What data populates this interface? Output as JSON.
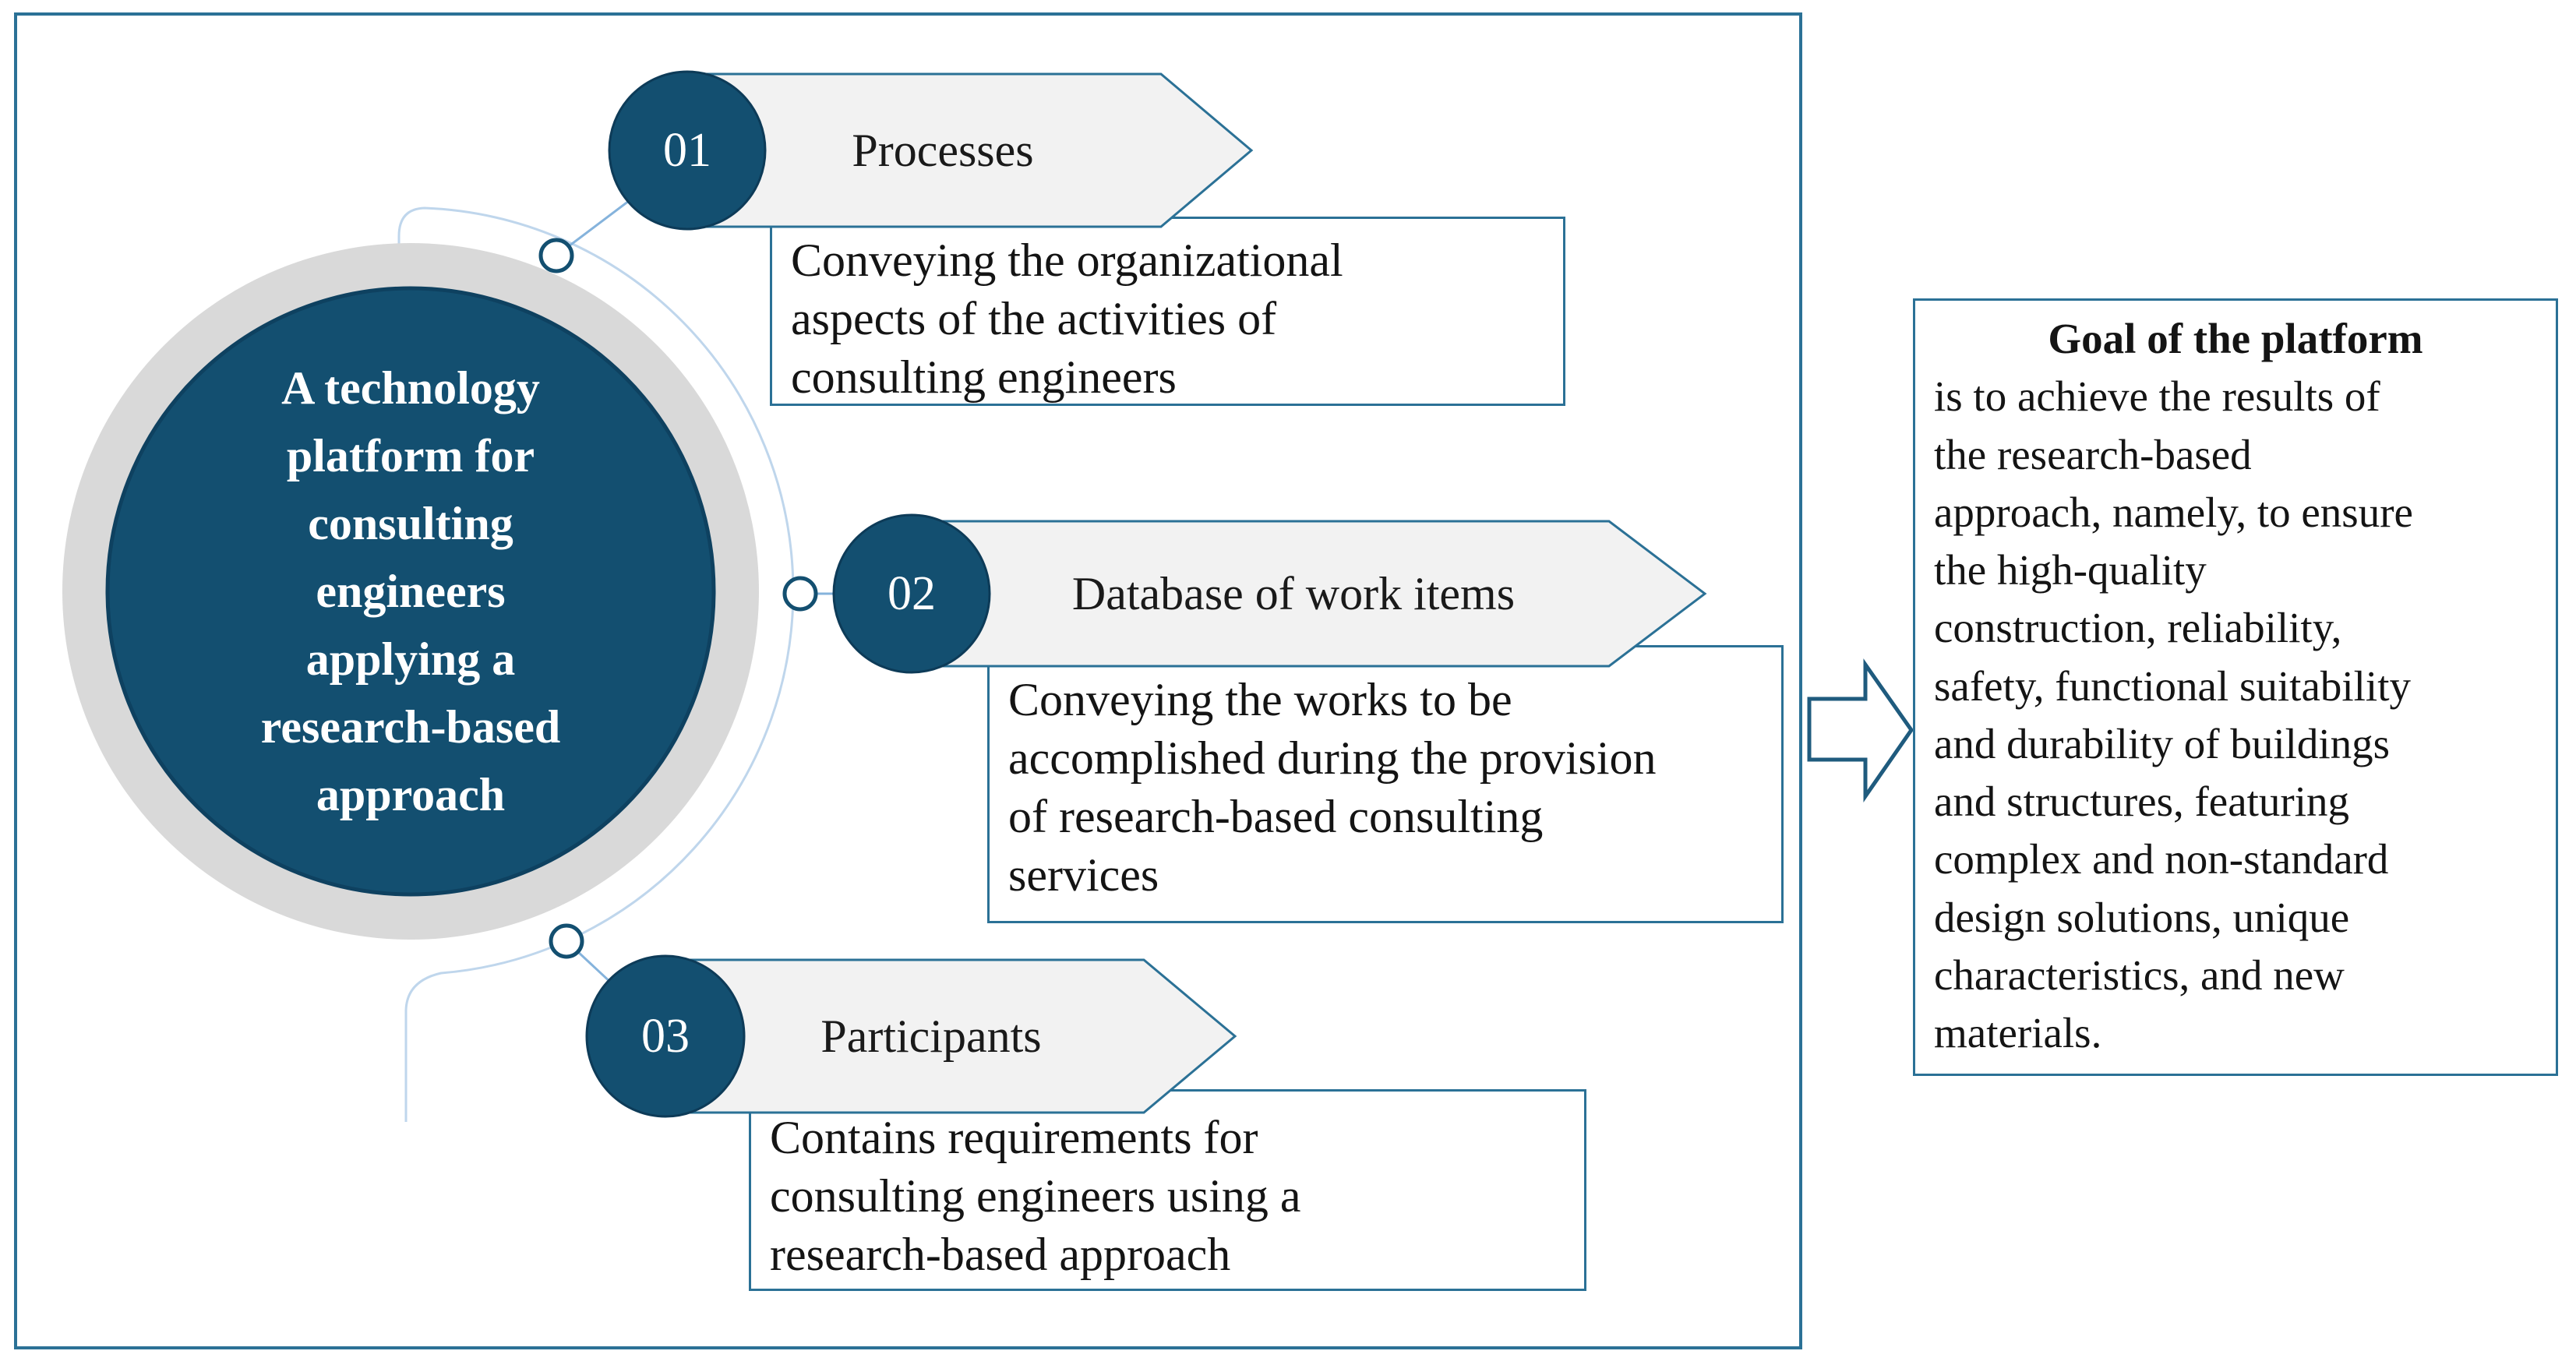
{
  "colors": {
    "dark_blue": "#134F70",
    "dark_blue_edge": "#0E4160",
    "box_border_blue": "#2B7196",
    "arrow_outline_blue": "#1F5B7E",
    "connector_light_blue": "#85B3DC",
    "arc_light_blue": "#BFD6EC",
    "ring_gray": "#D9D9D9",
    "banner_fill_gray": "#F2F2F2",
    "text_black": "#141414",
    "white": "#FFFFFF"
  },
  "hub": {
    "title": "A technology\nplatform for\nconsulting\nengineers\napplying a\nresearch-based\napproach"
  },
  "items": [
    {
      "number": "01",
      "label": "Processes",
      "description": "Conveying the organizational\naspects of the activities of\nconsulting engineers"
    },
    {
      "number": "02",
      "label": "Database of work items",
      "description": "Conveying the works to be\naccomplished during the provision\nof research-based consulting\nservices"
    },
    {
      "number": "03",
      "label": "Participants",
      "description": "Contains requirements for\nconsulting engineers using a\nresearch-based approach"
    }
  ],
  "goal": {
    "title": "Goal of the platform",
    "body": "is to achieve the results of\nthe research-based\napproach, namely, to ensure\nthe high-quality\nconstruction, reliability,\nsafety, functional suitability\nand durability of buildings\nand structures, featuring\ncomplex and non-standard\ndesign solutions, unique\ncharacteristics, and new\nmaterials."
  }
}
